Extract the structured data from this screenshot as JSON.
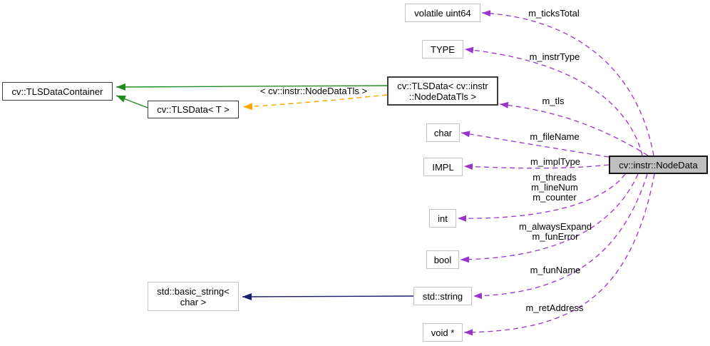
{
  "diagram": {
    "kind": "doxygen-collaboration-graph",
    "main_class": "cv::instr::NodeData",
    "background": "#ffffff"
  },
  "colors": {
    "usage_edge": "#9a32cd",
    "template_relation_edge": "#ffa500",
    "protected_inheritance_edge": "#228b22",
    "public_inheritance_edge": "#191970",
    "main_node_fill": "#bfbfbf",
    "node_fill": "#ffffff",
    "known_class_border": "#3c3c3c",
    "external_class_border": "#c3c3c3"
  },
  "nodes": {
    "tls_data_container": "cv::TLSDataContainer",
    "tls_data_t": "cv::TLSData< T >",
    "tls_data_node_data_tls": "cv::TLSData< cv::instr\n::NodeDataTls >",
    "volatile_uint64": "volatile uint64",
    "type": "TYPE",
    "char": "char",
    "impl": "IMPL",
    "int": "int",
    "bool": "bool",
    "std_string": "std::string",
    "void_ptr": "void *",
    "std_basic_string": "std::basic_string<\nchar >",
    "node_data": "cv::instr::NodeData"
  },
  "edge_labels": {
    "ticks_total": "m_ticksTotal",
    "instr_type": "m_instrType",
    "tls": "m_tls",
    "file_name": "m_fileName",
    "impl_type": "m_implType",
    "int_members": "m_threads\nm_lineNum\nm_counter",
    "bool_members": "m_alwaysExpand\nm_funError",
    "fun_name": "m_funName",
    "ret_address": "m_retAddress",
    "template_instantiation": "< cv::instr::NodeDataTls >"
  },
  "edges": [
    {
      "from": "cv::instr::NodeData",
      "to": "volatile uint64",
      "label": "m_ticksTotal",
      "type": "usage"
    },
    {
      "from": "cv::instr::NodeData",
      "to": "TYPE",
      "label": "m_instrType",
      "type": "usage"
    },
    {
      "from": "cv::instr::NodeData",
      "to": "cv::TLSData< cv::instr::NodeDataTls >",
      "label": "m_tls",
      "type": "usage"
    },
    {
      "from": "cv::instr::NodeData",
      "to": "char",
      "label": "m_fileName",
      "type": "usage"
    },
    {
      "from": "cv::instr::NodeData",
      "to": "IMPL",
      "label": "m_implType",
      "type": "usage"
    },
    {
      "from": "cv::instr::NodeData",
      "to": "int",
      "label": "m_threads, m_lineNum, m_counter",
      "type": "usage"
    },
    {
      "from": "cv::instr::NodeData",
      "to": "bool",
      "label": "m_alwaysExpand, m_funError",
      "type": "usage"
    },
    {
      "from": "cv::instr::NodeData",
      "to": "std::string",
      "label": "m_funName",
      "type": "usage"
    },
    {
      "from": "cv::instr::NodeData",
      "to": "void *",
      "label": "m_retAddress",
      "type": "usage"
    },
    {
      "from": "cv::TLSData< cv::instr::NodeDataTls >",
      "to": "cv::TLSDataContainer",
      "label": "",
      "type": "protected-inheritance"
    },
    {
      "from": "cv::TLSData< T >",
      "to": "cv::TLSDataContainer",
      "label": "",
      "type": "protected-inheritance"
    },
    {
      "from": "cv::TLSData< cv::instr::NodeDataTls >",
      "to": "cv::TLSData< T >",
      "label": "< cv::instr::NodeDataTls >",
      "type": "template-instance"
    },
    {
      "from": "std::string",
      "to": "std::basic_string< char >",
      "label": "",
      "type": "public-inheritance"
    }
  ]
}
